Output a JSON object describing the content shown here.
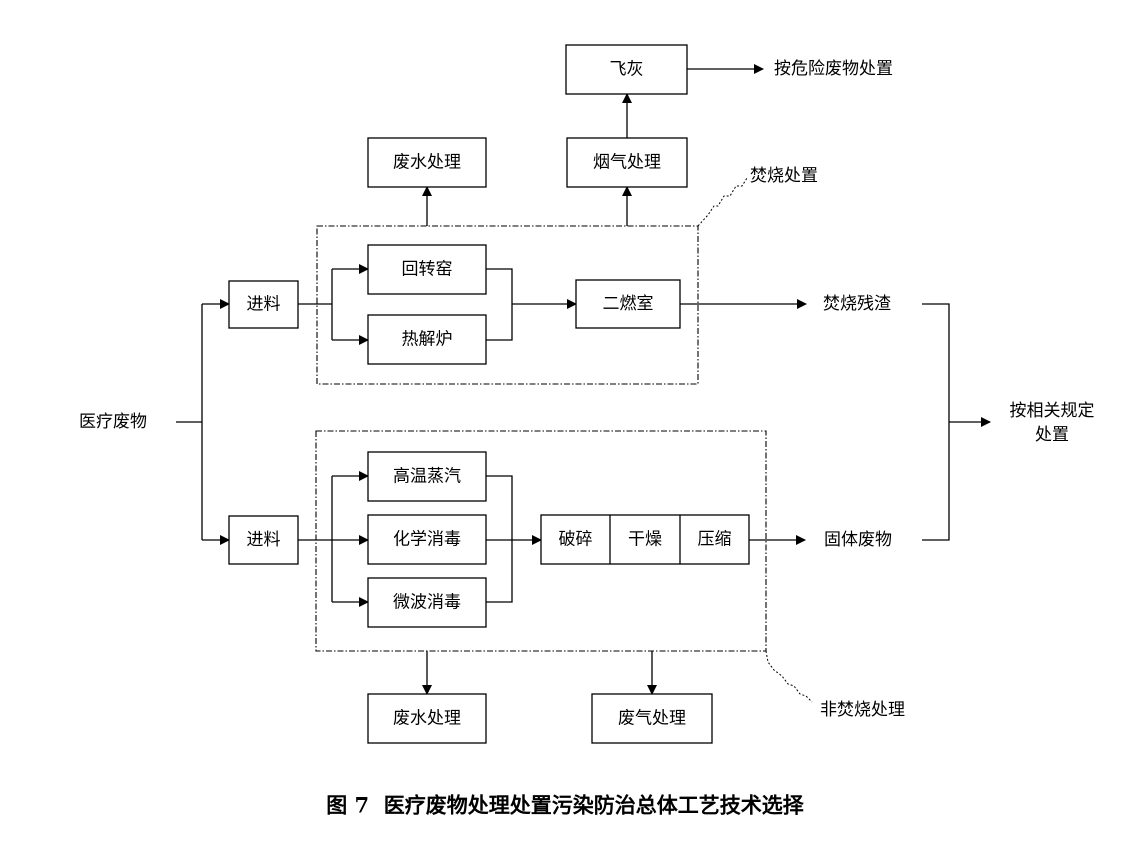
{
  "diagram": {
    "source": "医疗废物",
    "feed_top": "进料",
    "feed_bottom": "进料",
    "incineration": {
      "region_label": "焚烧处置",
      "rotary_kiln": "回转窑",
      "pyrolysis_furnace": "热解炉",
      "secondary_chamber": "二燃室",
      "wastewater": "废水处理",
      "flue_gas": "烟气处理",
      "fly_ash": "飞灰",
      "fly_ash_disposal": "按危险废物处置",
      "residue": "焚烧残渣"
    },
    "non_incineration": {
      "region_label": "非焚烧处理",
      "steam": "高温蒸汽",
      "chemical": "化学消毒",
      "microwave": "微波消毒",
      "crush": "破碎",
      "dry": "干燥",
      "compress": "压缩",
      "solid_waste": "固体废物",
      "wastewater": "废水处理",
      "waste_gas": "废气处理"
    },
    "final_line1": "按相关规定",
    "final_line2": "处置"
  },
  "caption": "图 7  医疗废物处理处置污染防治总体工艺技术选择"
}
